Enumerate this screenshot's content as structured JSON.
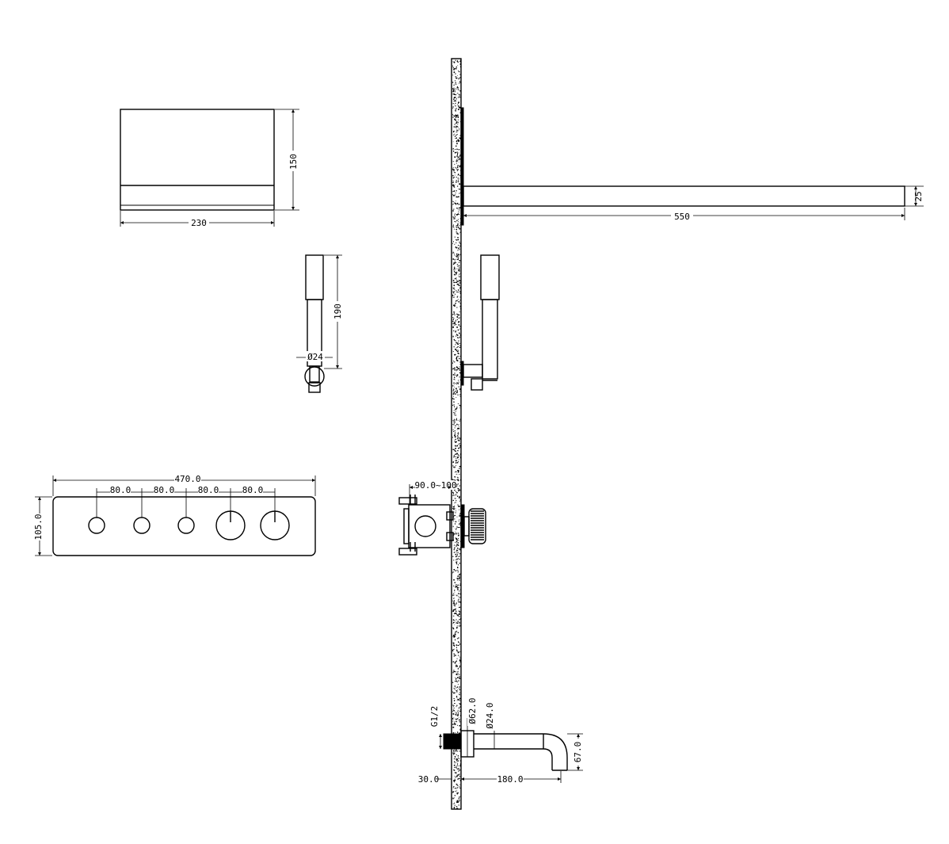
{
  "colors": {
    "line": "#000000",
    "background": "#ffffff"
  },
  "icons": {
    "speckle": "concrete-wall-hatch"
  },
  "overhead_shower": {
    "width_label": "230",
    "height_label": "150"
  },
  "shower_arm": {
    "length_label": "550",
    "thickness_label": "25"
  },
  "hand_shower": {
    "length_label": "190",
    "diameter_label": "Ø24"
  },
  "control_panel": {
    "width_label": "470.0",
    "height_label": "105.0",
    "spacing_labels": [
      "80.0",
      "80.0",
      "80.0",
      "80.0"
    ]
  },
  "valve_body": {
    "depth_label": "90.0~100"
  },
  "spout": {
    "thread_label": "G1/2",
    "flange_diameter_label": "Ø62.0",
    "pipe_diameter_label": "Ø24.0",
    "drop_label": "67.0",
    "reach_label": "180.0",
    "offset_label": "30.0"
  }
}
